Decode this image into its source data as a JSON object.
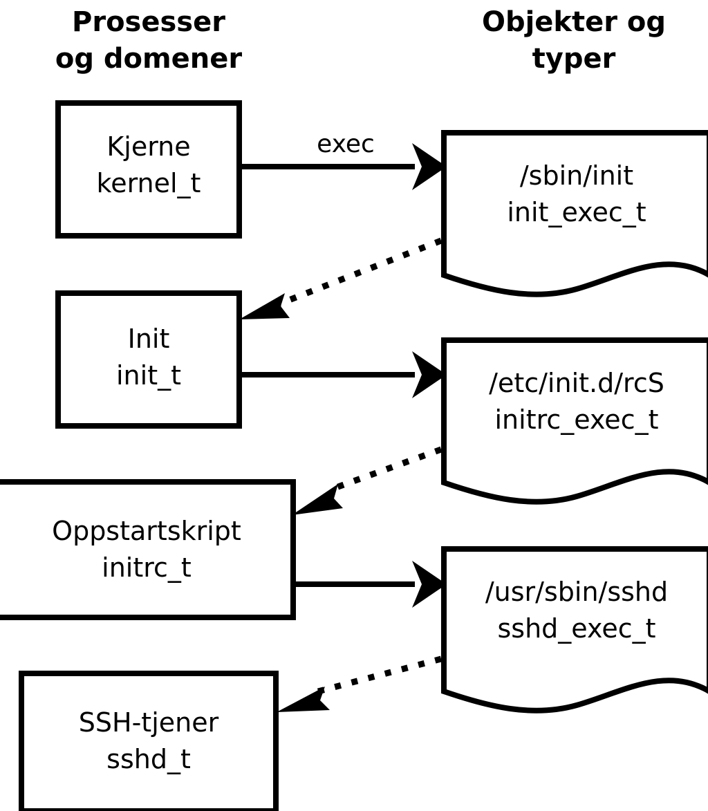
{
  "diagram": {
    "title_visible": false,
    "background_color": "#ffffff",
    "line_color": "#000000",
    "columns": [
      {
        "id": "processes",
        "header_line1": "Prosesser",
        "header_line2": "og domener"
      },
      {
        "id": "objects",
        "header_line1": "Objekter og",
        "header_line2": "typer"
      }
    ],
    "process_nodes": [
      {
        "id": "kernel",
        "line1": "Kjerne",
        "line2": "kernel_t"
      },
      {
        "id": "init",
        "line1": "Init",
        "line2": "init_t"
      },
      {
        "id": "initrc",
        "line1": "Oppstartskript",
        "line2": "initrc_t"
      },
      {
        "id": "sshd",
        "line1": "SSH-tjener",
        "line2": "sshd_t"
      }
    ],
    "object_nodes": [
      {
        "id": "sbin-init",
        "line1": "/sbin/init",
        "line2": "init_exec_t"
      },
      {
        "id": "etc-initd-rcs",
        "line1": "/etc/init.d/rcS",
        "line2": "initrc_exec_t"
      },
      {
        "id": "usr-sbin-sshd",
        "line1": "/usr/sbin/sshd",
        "line2": "sshd_exec_t"
      }
    ],
    "edges": [
      {
        "id": "kernel-to-sbin-init",
        "from": "kernel",
        "to": "sbin-init",
        "style": "solid",
        "label": "exec"
      },
      {
        "id": "sbin-init-to-init",
        "from": "sbin-init",
        "to": "init",
        "style": "dotted",
        "label": ""
      },
      {
        "id": "init-to-rcs",
        "from": "init",
        "to": "etc-initd-rcs",
        "style": "solid",
        "label": ""
      },
      {
        "id": "rcs-to-initrc",
        "from": "etc-initd-rcs",
        "to": "initrc",
        "style": "dotted",
        "label": ""
      },
      {
        "id": "initrc-to-sshd-exec",
        "from": "initrc",
        "to": "usr-sbin-sshd",
        "style": "solid",
        "label": ""
      },
      {
        "id": "sshd-exec-to-sshd",
        "from": "usr-sbin-sshd",
        "to": "sshd",
        "style": "dotted",
        "label": ""
      }
    ]
  }
}
